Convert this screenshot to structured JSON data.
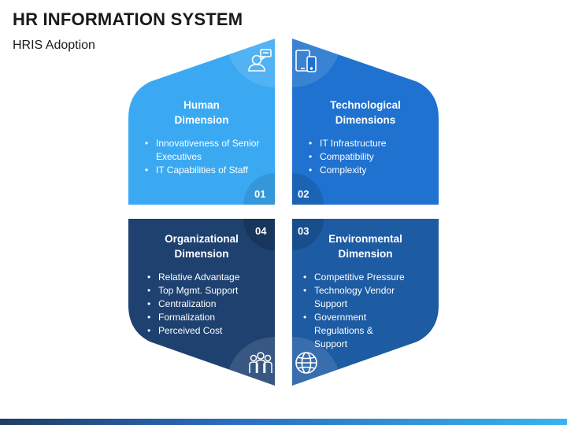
{
  "header": {
    "title": "HR INFORMATION SYSTEM",
    "subtitle": "HRIS Adoption"
  },
  "panels": [
    {
      "number": "01",
      "heading": [
        "Human",
        "Dimension"
      ],
      "items": [
        "Innovativeness of Senior Executives",
        "IT Capabilities of Staff"
      ],
      "icon": "person-chat-icon",
      "color": "#3aa9f2"
    },
    {
      "number": "02",
      "heading": [
        "Technological",
        "Dimensions"
      ],
      "items": [
        "IT Infrastructure",
        "Compatibility",
        "Complexity"
      ],
      "icon": "devices-icon",
      "color": "#1f72cf"
    },
    {
      "number": "03",
      "heading": [
        "Environmental",
        "Dimension"
      ],
      "items": [
        "Competitive Pressure",
        "Technology Vendor Support",
        "Government Regulations & Support"
      ],
      "icon": "globe-icon",
      "color": "#1d5ba3"
    },
    {
      "number": "04",
      "heading": [
        "Organizational",
        "Dimension"
      ],
      "items": [
        "Relative Advantage",
        "Top Mgmt. Support",
        "Centralization",
        "Formalization",
        "Perceived Cost"
      ],
      "icon": "people-group-icon",
      "color": "#1e4170"
    }
  ]
}
